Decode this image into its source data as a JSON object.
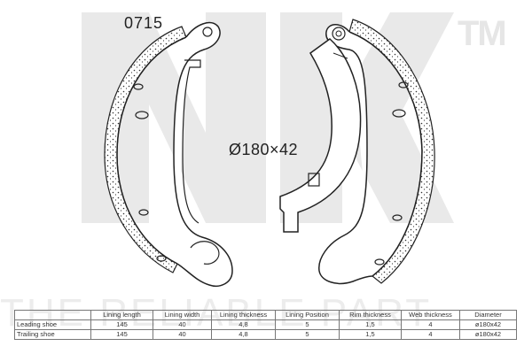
{
  "part_number": "0715",
  "dimension_label": "Ø180×42",
  "trademark": "TM",
  "brand_logo": "NK",
  "slogan": "THE RELIABLE PART",
  "spec_table": {
    "headers": [
      "",
      "Lining length",
      "Lining width",
      "Lining thickness",
      "Lining Position",
      "Rim thickness",
      "Web thickness",
      "Diameter"
    ],
    "rows": [
      [
        "Leading shoe",
        "145",
        "40",
        "4,8",
        "5",
        "1,5",
        "4",
        "ø180x42"
      ],
      [
        "Trailing shoe",
        "145",
        "40",
        "4,8",
        "5",
        "1,5",
        "4",
        "ø180x42"
      ]
    ]
  }
}
